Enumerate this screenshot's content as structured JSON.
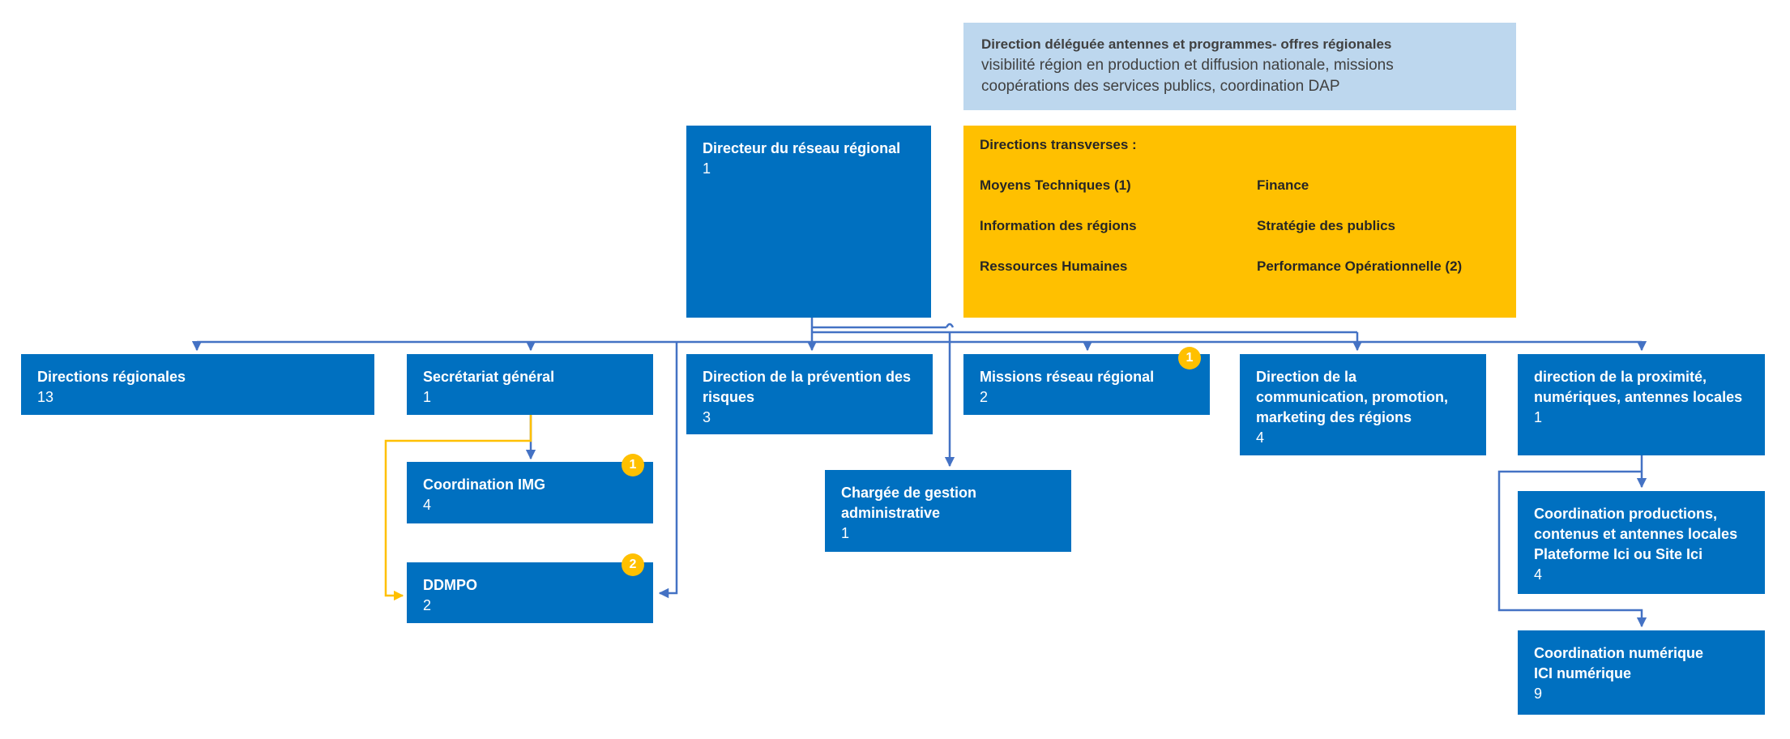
{
  "delegated_direction": {
    "title": "Direction déléguée antennes et programmes- offres régionales",
    "line1": "visibilité région en production et diffusion nationale, missions",
    "line2": "coopérations des services publics, coordination DAP"
  },
  "transverse": {
    "heading": "Directions transverses :",
    "items": [
      "Moyens Techniques (1)",
      "Finance",
      "Information des régions",
      "Stratégie des publics",
      "Ressources Humaines",
      "Performance Opérationnelle (2)"
    ]
  },
  "director": {
    "name": "Directeur du réseau régional",
    "count": "1"
  },
  "units": {
    "regional_directions": {
      "name": "Directions régionales",
      "count": "13"
    },
    "secretariat": {
      "name": "Secrétariat général",
      "count": "1"
    },
    "risk_prevention": {
      "name": "Direction de la prévention des risques",
      "count": "3"
    },
    "network_missions": {
      "name": "Missions réseau régional",
      "count": "2",
      "badge": "1"
    },
    "communication": {
      "name": "Direction de la communication, promotion, marketing des régions",
      "count": "4"
    },
    "proximity": {
      "name": "direction de la proximité, numériques, antennes locales",
      "count": "1"
    },
    "img_coordination": {
      "name": "Coordination IMG",
      "count": "4",
      "badge": "1"
    },
    "ddmpo": {
      "name": "DDMPO",
      "count": "2",
      "badge": "2"
    },
    "admin_officer": {
      "name": "Chargée de gestion administrative",
      "count": "1"
    },
    "productions_coordination": {
      "name": "Coordination productions, contenus et antennes locales",
      "subtitle": "Plateforme Ici ou Site Ici",
      "count": "4"
    },
    "digital_coordination": {
      "name": "Coordination numérique",
      "subtitle": "ICI numérique",
      "count": "9"
    }
  },
  "colors": {
    "box_blue": "#0070c0",
    "connector_blue": "#4472c4",
    "accent_yellow": "#ffc000",
    "banner_light_blue": "#bdd7ee"
  }
}
